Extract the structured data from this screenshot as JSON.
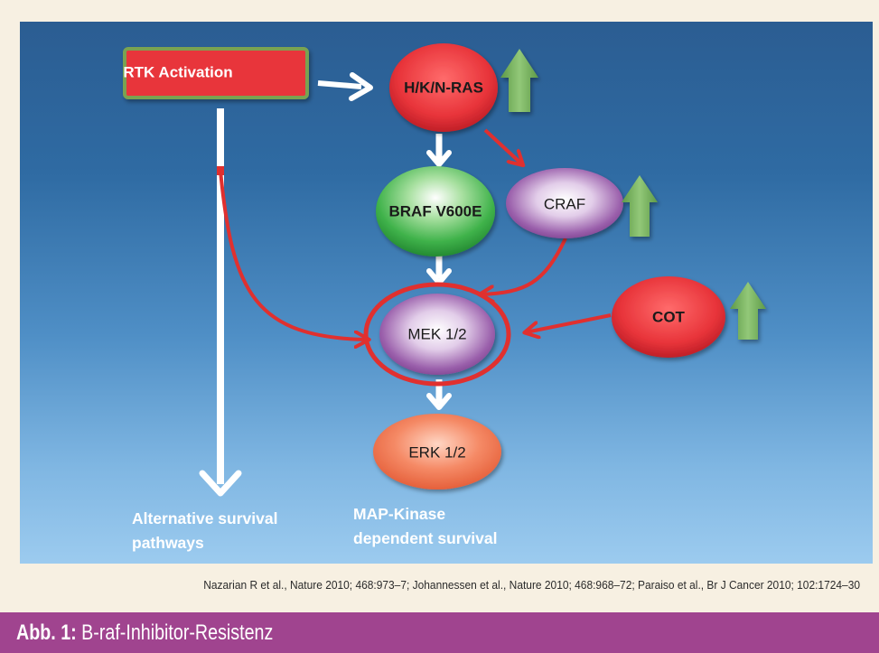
{
  "diagram": {
    "nodes": {
      "rtk": "RTK Activation",
      "ras": "H/K/N-RAS",
      "braf": "BRAF V600E",
      "craf": "CRAF",
      "mek": "MEK 1/2",
      "cot": "COT",
      "erk": "ERK 1/2"
    },
    "labels": {
      "alt_survival_line1": "Alternative survival",
      "alt_survival_line2": "pathways",
      "map_kinase_line1": "MAP-Kinase",
      "map_kinase_line2": "dependent survival"
    },
    "colors": {
      "background_top": "#2b5d92",
      "background_bottom": "#9ccbef",
      "red_node": "#e8343a",
      "green_node": "#3fb24a",
      "purple_node": "#8e4f9e",
      "orange_node": "#f07a55",
      "red_arrow": "#e0302f",
      "white_arrow": "#ffffff",
      "up_arrow": "#79b35f"
    },
    "icons": [
      "up-arrow-icon"
    ]
  },
  "citation": "Nazarian R et al., Nature 2010; 468:973–7; Johannessen et al., Nature 2010; 468:968–72; Paraiso et al., Br J Cancer 2010; 102:1724–30",
  "caption": {
    "label": "Abb. 1:",
    "text": "B-raf-Inhibitor-Resistenz",
    "background": "#a0448f"
  }
}
